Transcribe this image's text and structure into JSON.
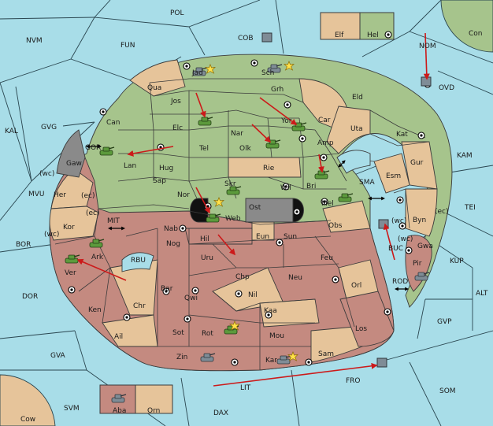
{
  "map": {
    "sea_labels": [
      "POL",
      "NVM",
      "FUN",
      "COB",
      "NOM",
      "OVD",
      "Con",
      "KAL",
      "GVG",
      "GOR",
      "KAM",
      "MVU",
      "MIT",
      "SMA",
      "TEI",
      "BOR",
      "RBU",
      "BUC",
      "KUP",
      "ALT",
      "DOR",
      "ROD",
      "GVP",
      "GVA",
      "FRO",
      "SOM",
      "LIT",
      "SVM",
      "DAX"
    ],
    "green_labels": [
      "Jad",
      "Sch",
      "Qua",
      "Jos",
      "Grh",
      "Can",
      "Elc",
      "Nar",
      "Yor",
      "Car",
      "Eld",
      "Tel",
      "Olk",
      "Amp",
      "Uta",
      "Kat",
      "Gur",
      "Lan",
      "Hug",
      "Rie",
      "Esm",
      "Bri",
      "Wil",
      "Sap",
      "Nor",
      "Skr",
      "Ost",
      "Mel",
      "Web",
      "Byn",
      "Gaw",
      "Elf",
      "Hel"
    ],
    "red_labels": [
      "Her",
      "Kor",
      "Ark",
      "Ver",
      "Nab",
      "Nog",
      "Hil",
      "Uru",
      "Sun",
      "Obs",
      "Eun",
      "Feu",
      "Chp",
      "Neu",
      "Orl",
      "Bar",
      "Qwi",
      "Nil",
      "Ken",
      "Chr",
      "Kaa",
      "Los",
      "Ail",
      "Sot",
      "Rot",
      "Mou",
      "Zin",
      "Kar",
      "Sam",
      "Pir",
      "Gwa",
      "Aba",
      "Orn",
      "Cow"
    ],
    "coast_tags": [
      "(wc)",
      "(ec)",
      "(ec)",
      "(wc)",
      "(wc)",
      "(wc)",
      "(ec)"
    ],
    "colors": {
      "sea": "#a8dde8",
      "green": "#a6c48c",
      "tan": "#e6c49a",
      "red": "#c48a80",
      "grey": "#8a8a8a",
      "black": "#111111",
      "order": "#cc1a1a",
      "tank": "#5c9a3c"
    },
    "icons": [
      "supply-center-icon",
      "tank-unit-icon",
      "explosion-icon",
      "order-arrow-icon",
      "strait-arrow-icon"
    ]
  }
}
